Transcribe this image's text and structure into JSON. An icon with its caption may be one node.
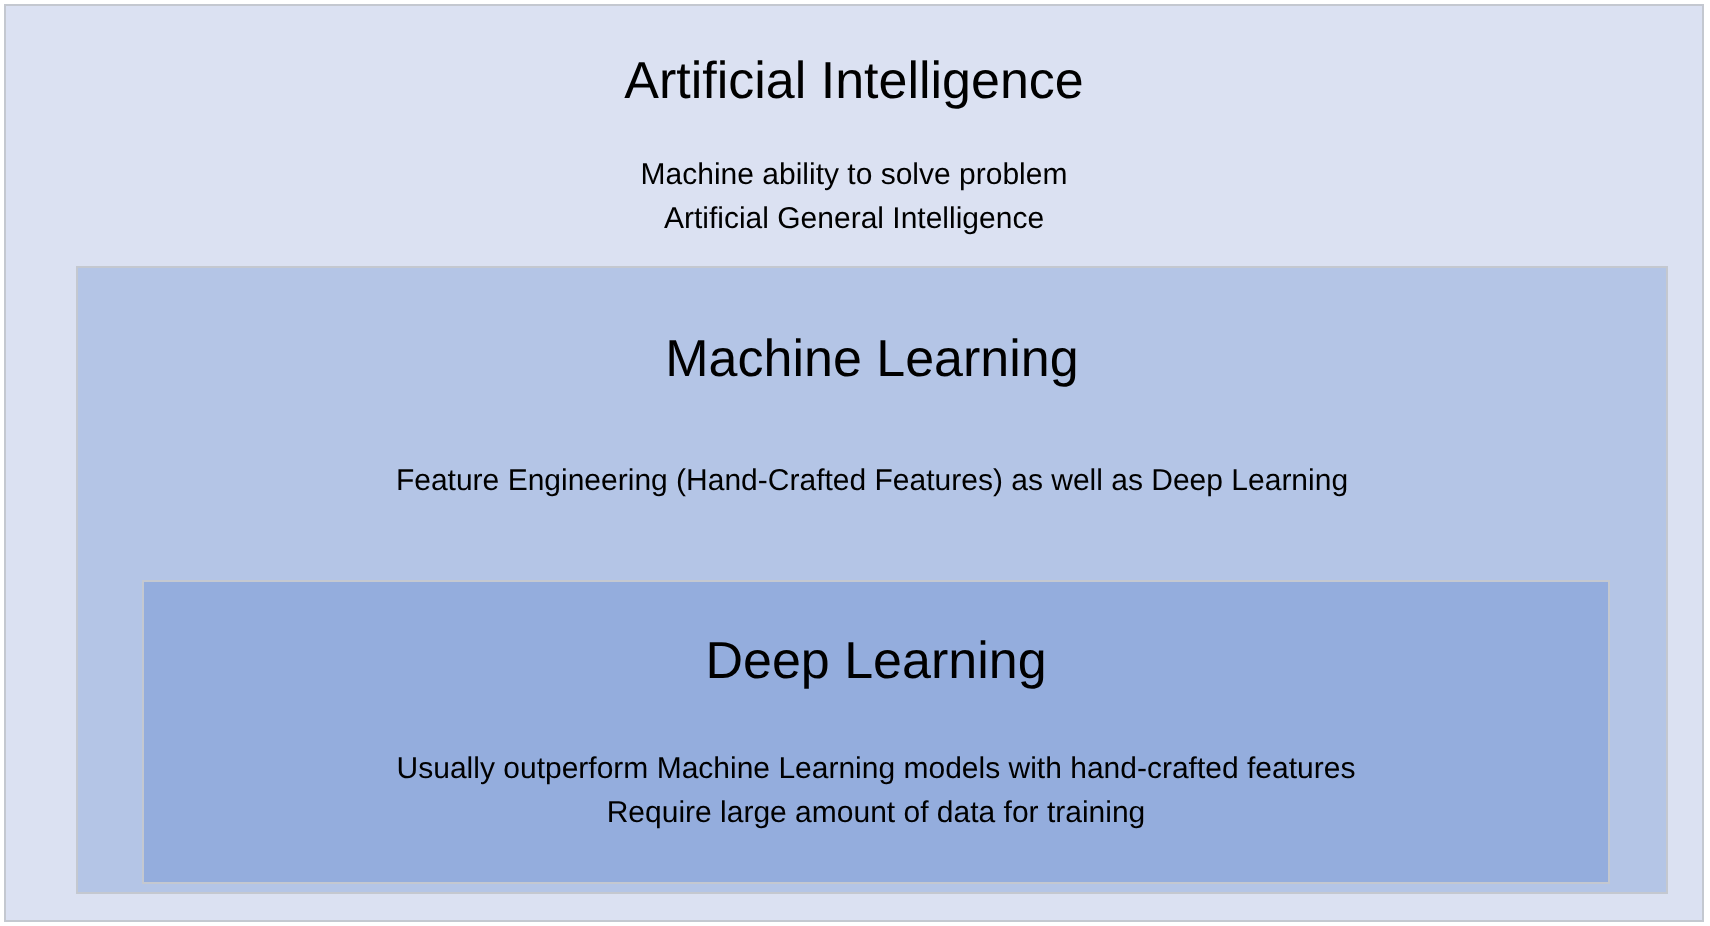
{
  "diagram": {
    "nodes": [
      {
        "text": [
          "Artificial Intelligence",
          "Machine ability to solve problem",
          "Artificial General Intelligence"
        ]
      },
      {
        "text": [
          "Machine Learning",
          "Feature Engineering (Hand-Crafted Features) as well as Deep Learning"
        ],
        "in": 0
      },
      {
        "text": [
          "Deep Learning",
          "Usually outperform Machine Learning models with hand-crafted features",
          "Require large amount of data for training"
        ],
        "in": 1
      }
    ]
  }
}
